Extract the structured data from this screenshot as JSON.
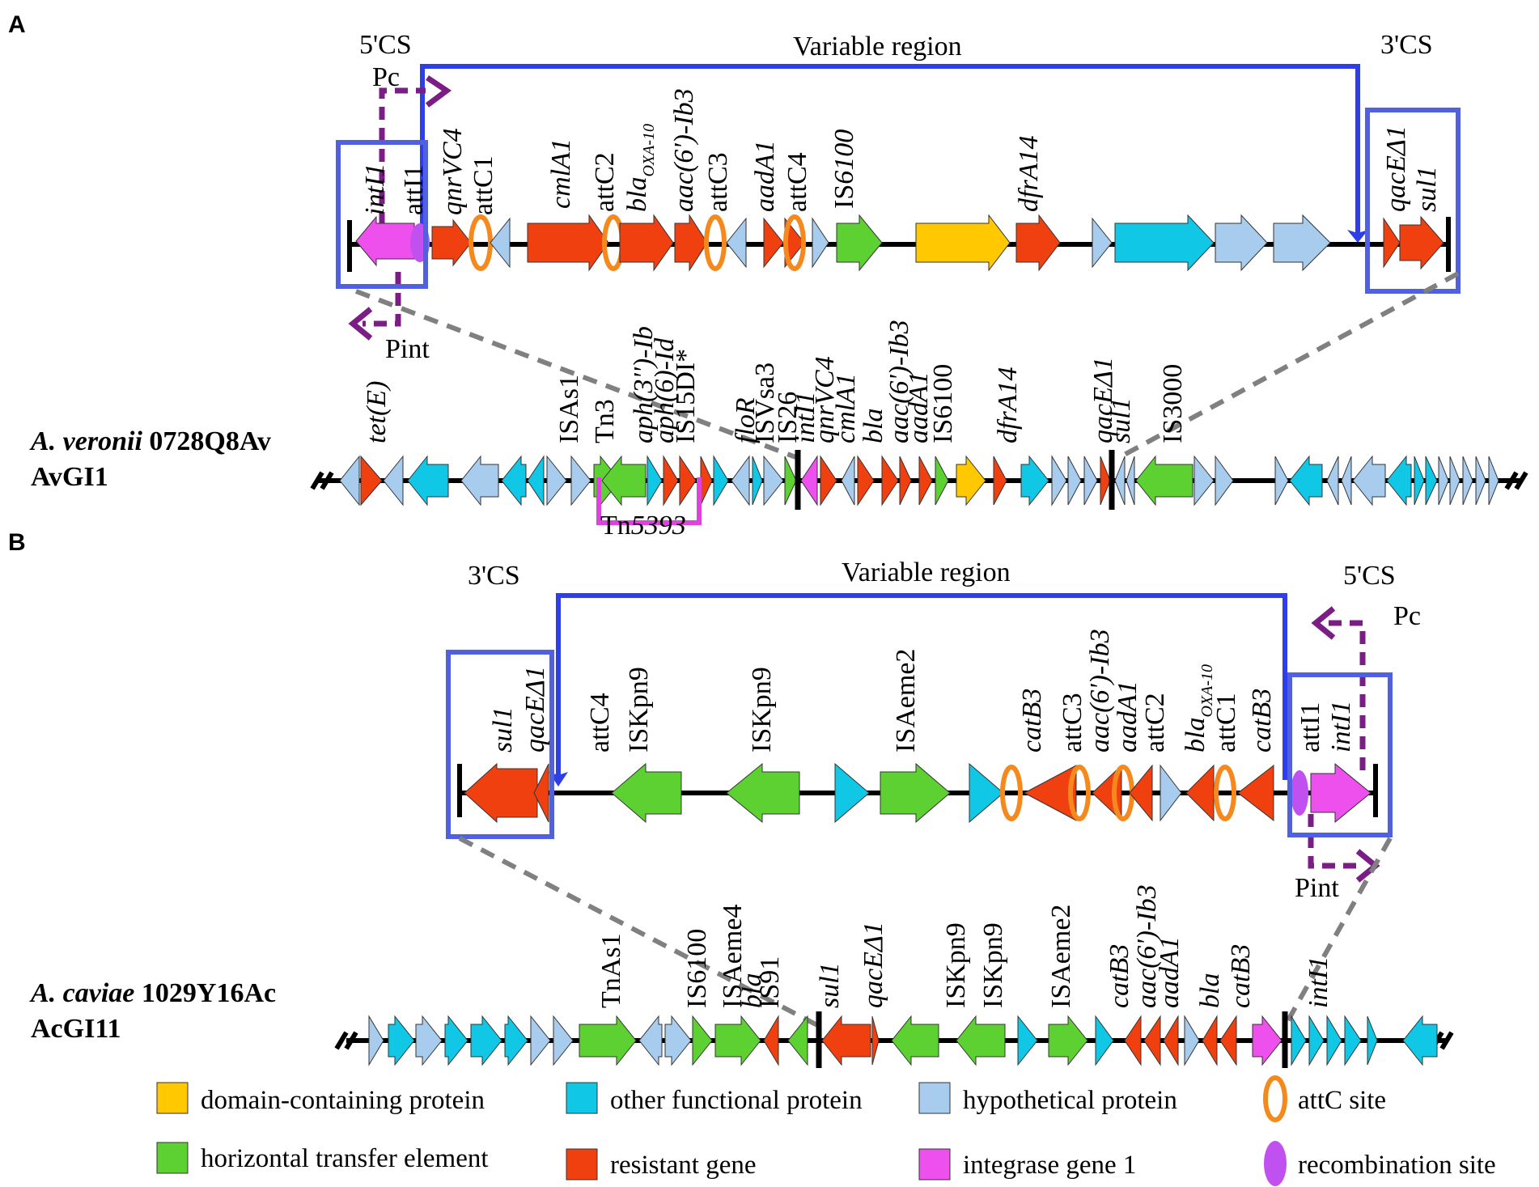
{
  "colors": {
    "domain": "#FFC800",
    "other": "#10C8E6",
    "hypothetical": "#A8CCEE",
    "resistant": "#F04010",
    "hte": "#5DD132",
    "integrase": "#EE50EE",
    "attc": "#F5891E",
    "recomb": "#C050F0",
    "box": "#5060E0",
    "bracket": "#2E3EE8",
    "promoter": "#7A1E86",
    "tn": "#DD44DD",
    "dash": "#808080"
  },
  "panelA": {
    "tag": "A",
    "cs5": "5'CS",
    "cs3": "3'CS",
    "variable": "Variable region",
    "pc": "Pc",
    "pint": "Pint",
    "labels": {
      "intI1": "intI1",
      "attI1": "attI1",
      "qnrVC4": "qnrVC4",
      "attC1": "attC1",
      "cmlA1": "cmlA1",
      "attC2": "attC2",
      "bla": "bla",
      "bla_sub": "OXA-10",
      "aac": "aac(6')-Ib3",
      "attC3": "attC3",
      "aadA1": "aadA1",
      "attC4": "attC4",
      "is6100_pre": "IS",
      "is6100_num": "6100",
      "dfrA14": "dfrA14",
      "qacE": "qacEΔ1",
      "sul1": "sul1"
    },
    "strain_species": "A. veronii",
    "strain_id": " 0728Q8Av",
    "island": "AvGI1",
    "tn_label": "Tn5393",
    "genome_labels": [
      "tet(E)",
      "ISAs1",
      "Tn3",
      "aph(3'')-Ib",
      "aph(6)-Id",
      "IS15DI*",
      "floR",
      "ISVsa3",
      "IS26",
      "intI1",
      "qnrVC4",
      "cmlA1",
      "bla",
      "aac(6')-Ib3",
      "aadA1",
      "IS6100",
      "dfrA14",
      "qacEΔ1",
      "sul1",
      "IS3000"
    ]
  },
  "panelB": {
    "tag": "B",
    "cs5": "5'CS",
    "cs3": "3'CS",
    "variable": "Variable region",
    "pc": "Pc",
    "pint": "Pint",
    "labels": {
      "sul1": "sul1",
      "qacE": "qacEΔ1",
      "attC4": "attC4",
      "iskpn9a": "ISKpn9",
      "iskpn9b": "ISKpn9",
      "isaeme2": "ISAeme2",
      "catB3a": "catB3",
      "attC3": "attC3",
      "aac": "aac(6')-Ib3",
      "aadA1": "aadA1",
      "attC2": "attC2",
      "bla": "bla",
      "bla_sub": "OXA-10",
      "attC1": "attC1",
      "catB3b": "catB3",
      "attI1": "attI1",
      "intI1": "intI1"
    },
    "strain_species": "A. caviae",
    "strain_id": " 1029Y16Ac",
    "island": "AcGI11",
    "genome_labels": [
      "TnAs1",
      "IS6100",
      "ISAeme4",
      "bla",
      "IS91",
      "sul1",
      "qacEΔ1",
      "ISKpn9",
      "ISKpn9",
      "ISAeme2",
      "catB3",
      "aac(6')-Ib3",
      "aadA1",
      "bla",
      "catB3",
      "intI1"
    ]
  },
  "legend": {
    "domain": "domain-containing protein",
    "other": "other functional protein",
    "hypothetical": "hypothetical protein",
    "attc": "attC site",
    "hte": "horizontal transfer element",
    "resistant": "resistant gene",
    "integrase": "integrase gene 1",
    "recomb": "recombination site"
  }
}
